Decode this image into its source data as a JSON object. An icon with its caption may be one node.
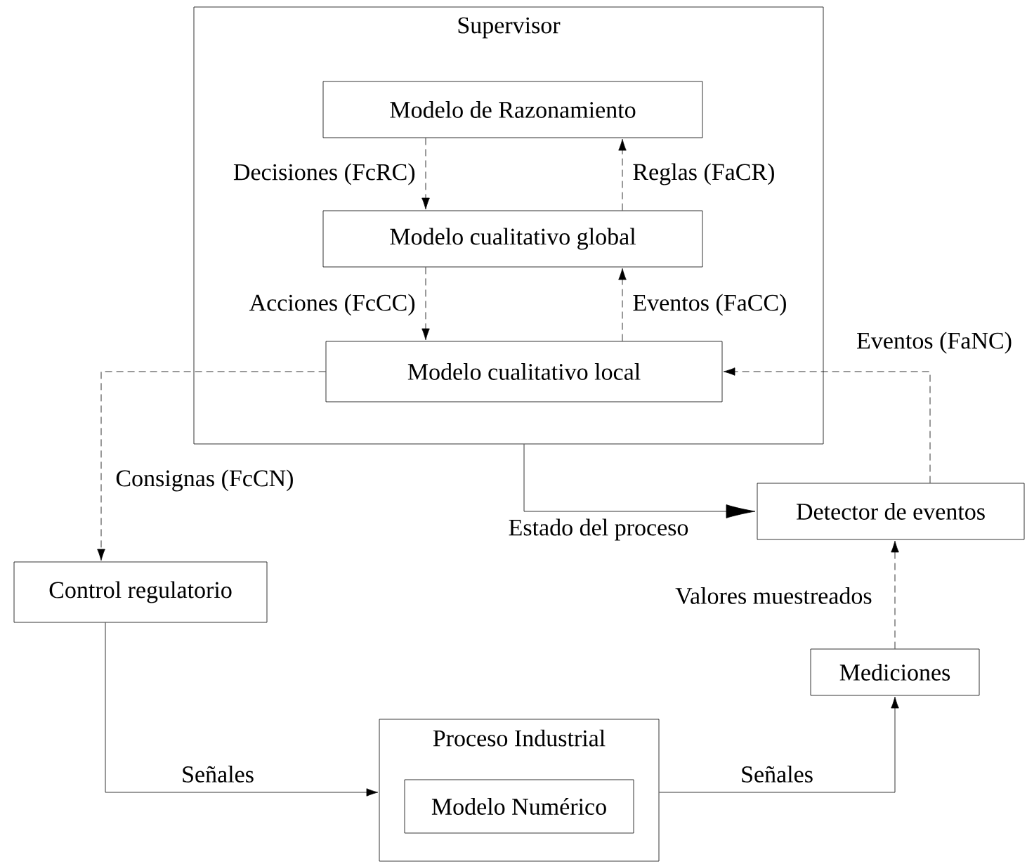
{
  "diagram": {
    "nodes": [
      {
        "text": [
          "Supervisor"
        ]
      },
      {
        "text": [
          "Modelo de Razonamiento"
        ],
        "in": 0
      },
      {
        "text": [
          "Modelo cualitativo global"
        ],
        "in": 0
      },
      {
        "text": [
          "Modelo cualitativo local"
        ],
        "in": 0
      },
      {
        "text": [
          "Detector de eventos"
        ]
      },
      {
        "text": [
          "Control regulatorio"
        ]
      },
      {
        "text": [
          "Mediciones"
        ]
      },
      {
        "text": [
          "Proceso Industrial"
        ]
      },
      {
        "text": [
          "Modelo Numérico"
        ],
        "in": 7
      }
    ],
    "edges": [
      {
        "from": 1,
        "to": 2,
        "arrow": "to",
        "label": "Decisiones (FcRC)",
        "style": "dashed"
      },
      {
        "from": 2,
        "to": 1,
        "arrow": "to",
        "label": "Reglas (FaCR)",
        "style": "dashed"
      },
      {
        "from": 2,
        "to": 3,
        "arrow": "to",
        "label": "Acciones (FcCC)",
        "style": "dashed"
      },
      {
        "from": 3,
        "to": 2,
        "arrow": "to",
        "label": "Eventos (FaCC)",
        "style": "dashed"
      },
      {
        "from": 4,
        "to": 3,
        "arrow": "to",
        "label": "Eventos (FaNC)",
        "style": "dashed"
      },
      {
        "from": 3,
        "to": 5,
        "arrow": "to",
        "label": "Consignas (FcCN)",
        "style": "dashed"
      },
      {
        "from": 0,
        "to": 4,
        "arrow": "to",
        "label": "Estado del proceso"
      },
      {
        "from": 5,
        "to": 7,
        "arrow": "to",
        "label": "Señales"
      },
      {
        "from": 7,
        "to": 6,
        "arrow": "to",
        "label": "Señales"
      },
      {
        "from": 6,
        "to": 4,
        "arrow": "to",
        "label": "Valores muestreados",
        "style": "dashed"
      }
    ]
  }
}
